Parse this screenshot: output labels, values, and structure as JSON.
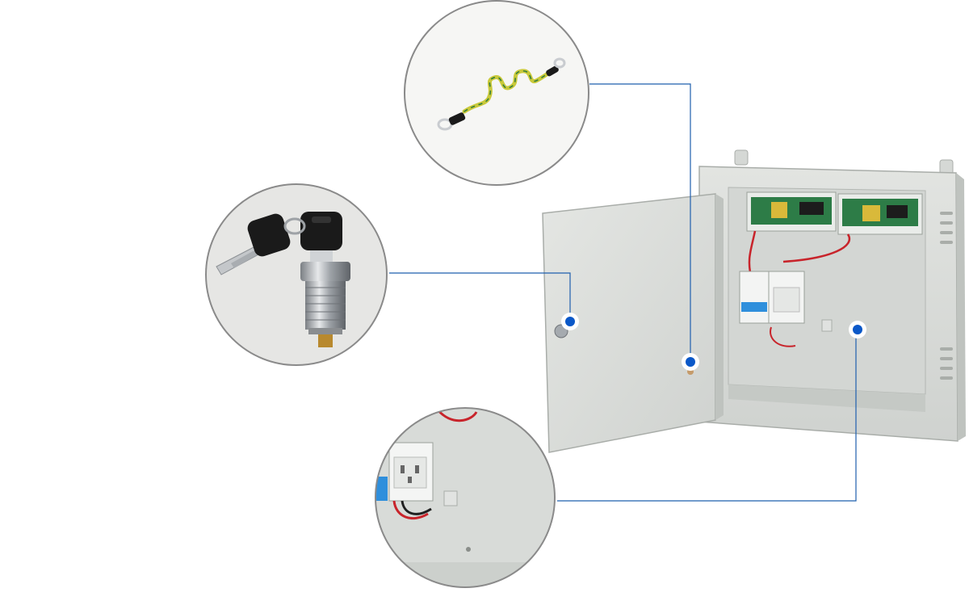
{
  "colors": {
    "background": "#ffffff",
    "leader_line": "#1f5fae",
    "hotspot_dot": "#0a58c8",
    "hotspot_ring": "#ffffff",
    "callout_border": "#8a8a8a",
    "cabinet_body": "#dcdfdc",
    "cabinet_shadow": "#b9bdba",
    "ground_wire_yellow": "#c9c93a",
    "ground_wire_green": "#2f7a3a",
    "key_black": "#1a1a1a",
    "lock_chrome": "#b8bcc0",
    "wire_red": "#c8242b",
    "wire_black": "#202020",
    "breaker_blue": "#2f8fdc"
  },
  "scene": {
    "description_icons": [
      "ground-wire-icon",
      "keys-and-lock-icon",
      "socket-and-breaker-icon",
      "cabinet-icon"
    ],
    "hotspots": [
      {
        "id": "lock",
        "detail": "keys-and-lock"
      },
      {
        "id": "ground",
        "detail": "ground-wire"
      },
      {
        "id": "socket",
        "detail": "socket-and-breaker"
      }
    ]
  }
}
